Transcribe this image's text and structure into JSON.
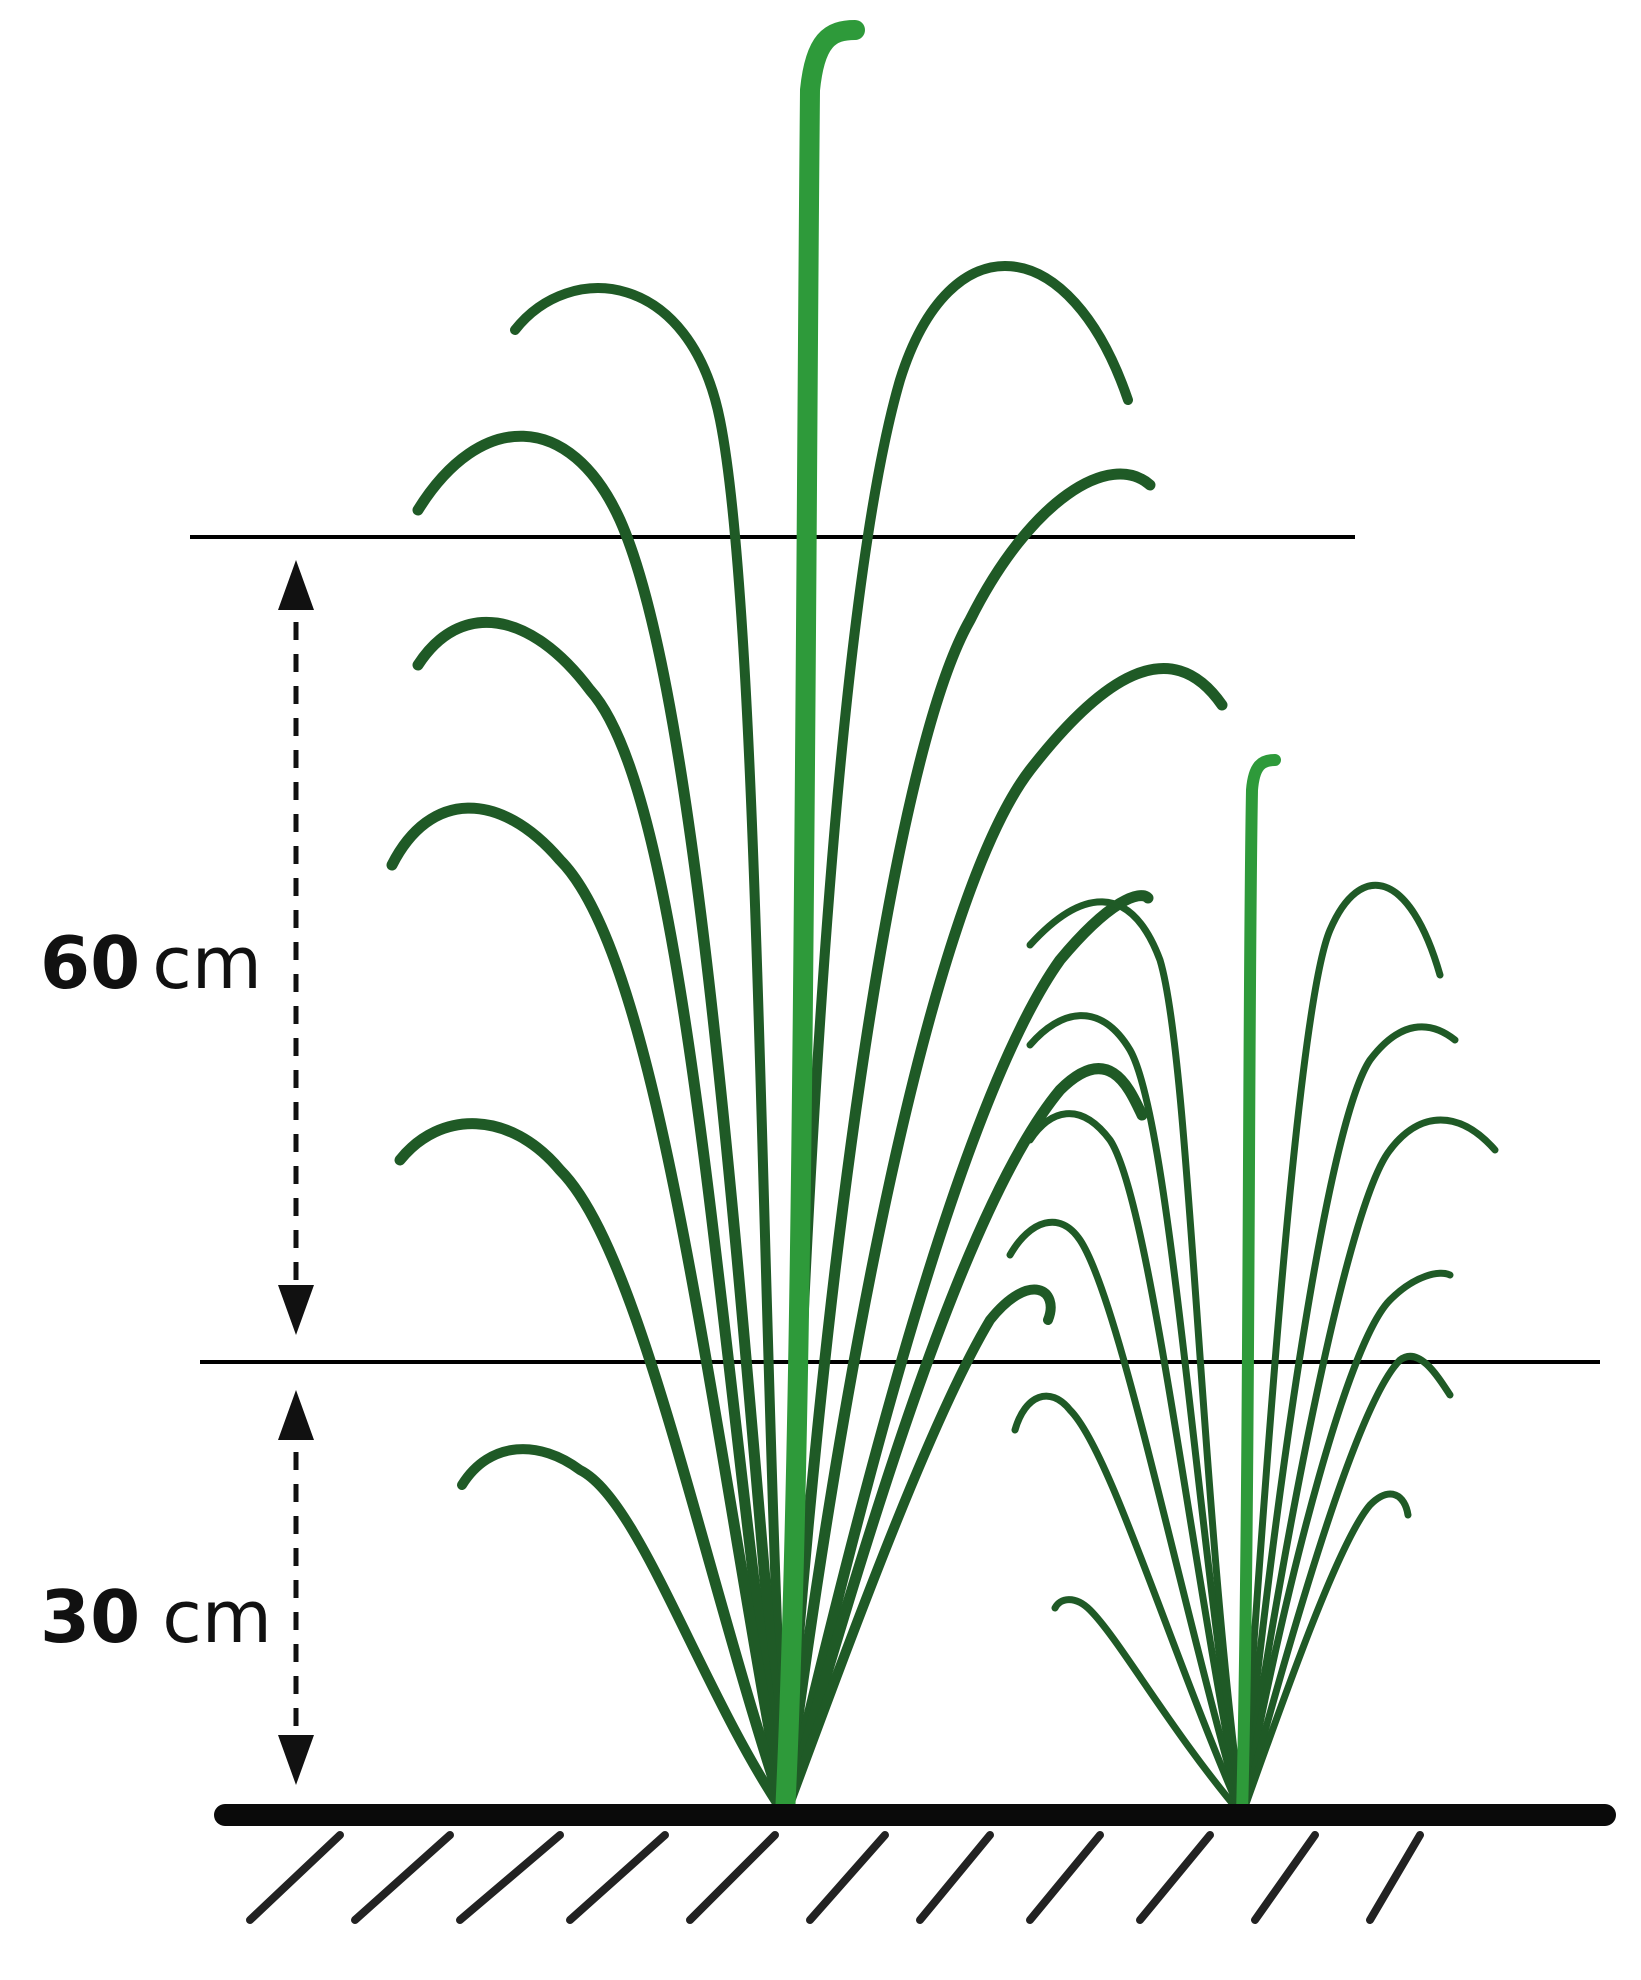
{
  "labels": {
    "upper": {
      "value": "60",
      "unit": "cm"
    },
    "lower": {
      "value": "30",
      "unit": "cm"
    }
  },
  "colors": {
    "leaf_dark": "#1f5a26",
    "stem_light": "#2e9a3a",
    "line": "#000000",
    "ground": "#0a0a0a"
  }
}
